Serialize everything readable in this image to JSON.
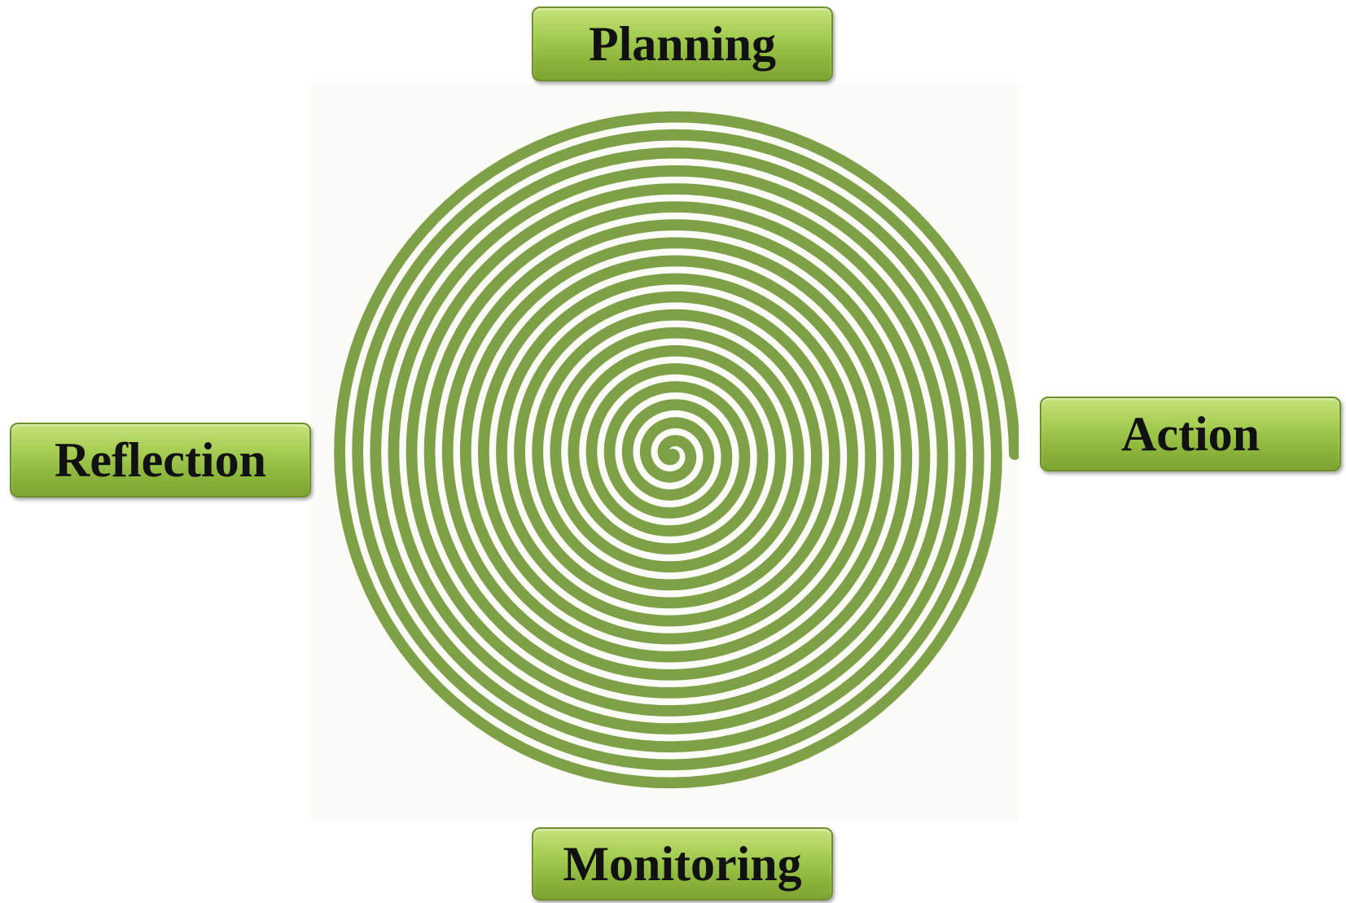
{
  "diagram": {
    "stages": {
      "top": "Planning",
      "right": "Action",
      "left": "Reflection",
      "bottom": "Monitoring"
    },
    "colors": {
      "spiral": "#7ea046",
      "box_fill_top": "#c6e27a",
      "box_fill_bottom": "#7ea433",
      "box_border": "#6f8f2c",
      "label_text": "#111111"
    },
    "center_graphic": "spiral-icon"
  }
}
